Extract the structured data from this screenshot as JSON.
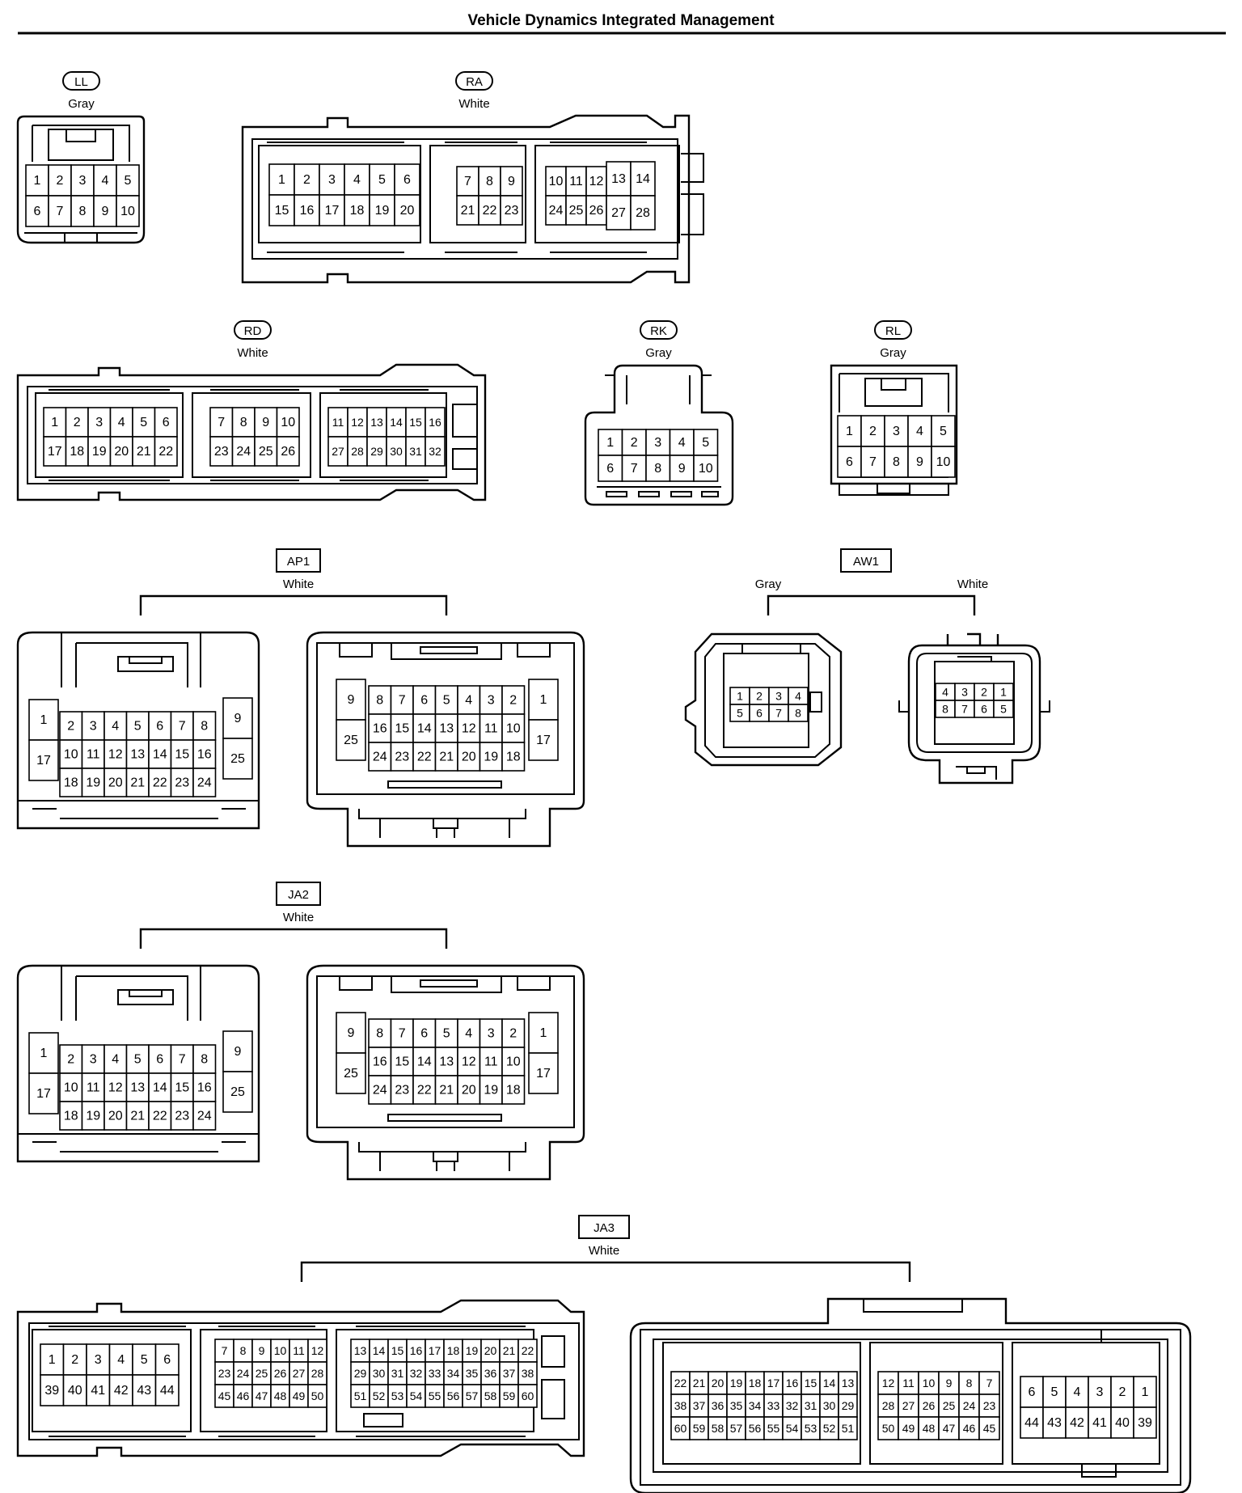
{
  "page": {
    "title": "Vehicle Dynamics Integrated Management"
  },
  "connectors": {
    "LL": {
      "id": "LL",
      "color": "Gray"
    },
    "RA": {
      "id": "RA",
      "color": "White"
    },
    "RD": {
      "id": "RD",
      "color": "White"
    },
    "RK": {
      "id": "RK",
      "color": "Gray"
    },
    "RL": {
      "id": "RL",
      "color": "Gray"
    },
    "AP1": {
      "id": "AP1",
      "color": "White"
    },
    "AW1": {
      "id": "AW1",
      "color_left": "Gray",
      "color_right": "White"
    },
    "JA2": {
      "id": "JA2",
      "color": "White"
    },
    "JA3": {
      "id": "JA3",
      "color": "White"
    }
  }
}
